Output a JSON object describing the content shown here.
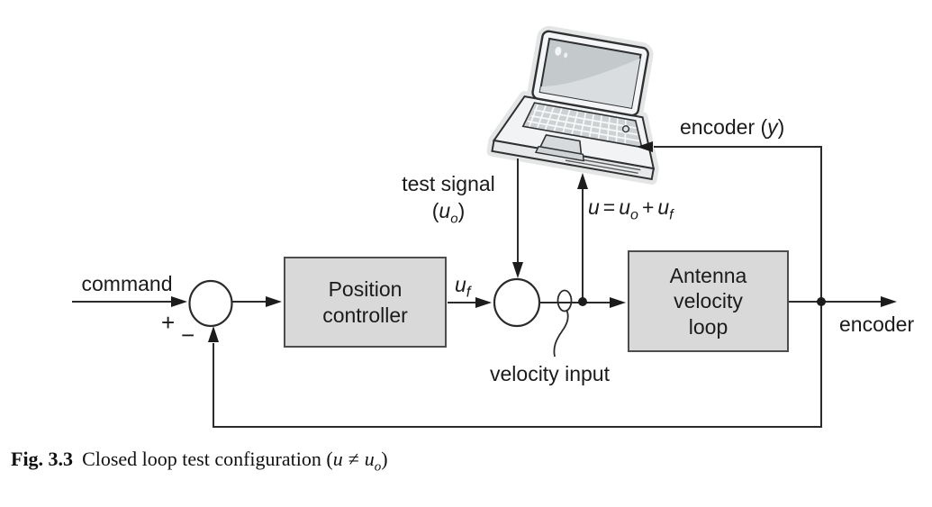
{
  "colors": {
    "box_fill": "#d9d9d9",
    "box_border": "#4d4d4d",
    "wire": "#2b2b2b",
    "text": "#1b1b1b",
    "laptop_glow": "#e4e5e5"
  },
  "diagram": {
    "command_label": "command",
    "sum1": {
      "plus": "+",
      "minus": "−"
    },
    "position_controller": {
      "line1": "Position",
      "line2": "controller"
    },
    "uf_label": {
      "base": "u",
      "sub": "f"
    },
    "test_signal": {
      "line1": "test signal",
      "open": "(",
      "base": "u",
      "sub": "o",
      "close": ")"
    },
    "u_equation": {
      "t1": "u",
      "eq": "=",
      "t2": "u",
      "t2_sub": "o",
      "plus": "+",
      "t3": "u",
      "t3_sub": "f"
    },
    "velocity_input_label": "velocity input",
    "antenna_velocity_loop": {
      "line1": "Antenna",
      "line2": "velocity",
      "line3": "loop"
    },
    "encoder_output_label": "encoder",
    "encoder_y": {
      "pre": "encoder (",
      "var": "y",
      "close": ")"
    },
    "icons": {
      "laptop": "laptop-computer"
    }
  },
  "caption": {
    "fig": "Fig. 3.3",
    "body": "Closed loop test configuration (",
    "u1": "u",
    "neq": "≠",
    "u2": "u",
    "u2_sub": "o",
    "close": ")"
  }
}
